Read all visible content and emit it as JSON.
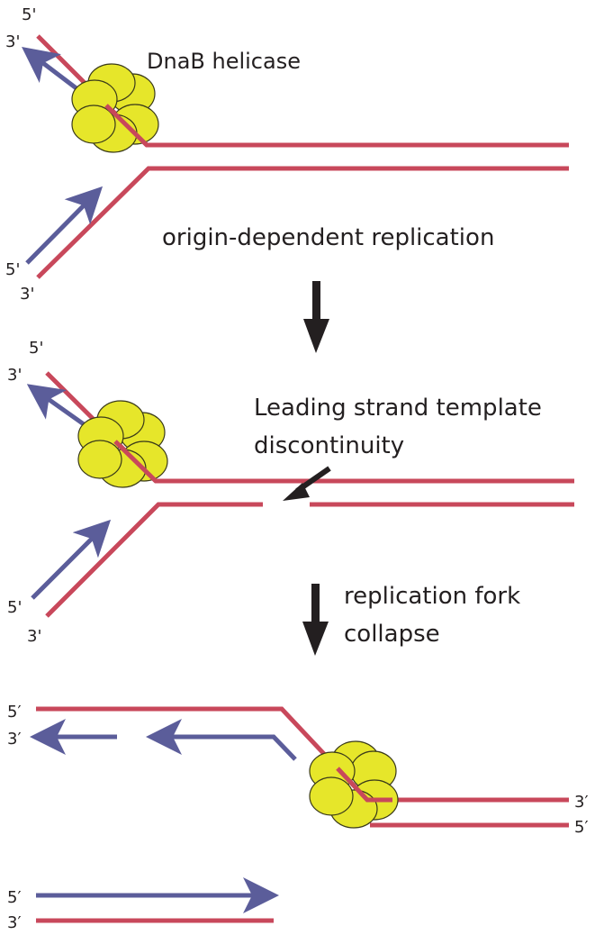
{
  "panel1": {
    "helicase_label": "DnaB helicase",
    "top_5": "5'",
    "top_3": "3'",
    "bot_5": "5'",
    "bot_3": "3'"
  },
  "step1": {
    "caption": "origin-dependent replication"
  },
  "panel2": {
    "top_5": "5'",
    "top_3": "3'",
    "bot_5": "5'",
    "bot_3": "3'",
    "break_label_line1": "Leading strand template",
    "break_label_line2": "discontinuity"
  },
  "step2": {
    "caption_line1": "replication fork",
    "caption_line2": "collapse"
  },
  "panel3": {
    "left_top": "5′",
    "left_mid": "3′",
    "right_top": "3′",
    "right_bot": "5′"
  },
  "panel4": {
    "top": "5′",
    "bot": "3′"
  },
  "colors": {
    "template_strand": "#c8485b",
    "nascent_strand": "#5b5d9a",
    "helicase_fill": "#e6e62a",
    "helicase_stroke": "#3a3a1a",
    "arrow": "#231f20"
  }
}
